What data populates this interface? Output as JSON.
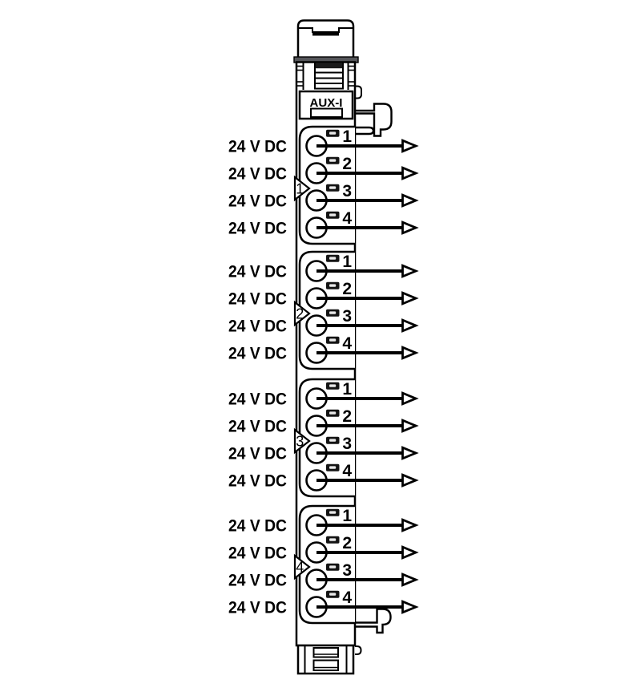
{
  "diagram": {
    "aux_connector_label": "AUX-I",
    "groups": [
      {
        "marker": "1",
        "terminals": [
          {
            "label": "24 V DC",
            "number": "1"
          },
          {
            "label": "24 V DC",
            "number": "2"
          },
          {
            "label": "24 V DC",
            "number": "3"
          },
          {
            "label": "24 V DC",
            "number": "4"
          }
        ]
      },
      {
        "marker": "2",
        "terminals": [
          {
            "label": "24 V DC",
            "number": "1"
          },
          {
            "label": "24 V DC",
            "number": "2"
          },
          {
            "label": "24 V DC",
            "number": "3"
          },
          {
            "label": "24 V DC",
            "number": "4"
          }
        ]
      },
      {
        "marker": "3",
        "terminals": [
          {
            "label": "24 V DC",
            "number": "1"
          },
          {
            "label": "24 V DC",
            "number": "2"
          },
          {
            "label": "24 V DC",
            "number": "3"
          },
          {
            "label": "24 V DC",
            "number": "4"
          }
        ]
      },
      {
        "marker": "4",
        "terminals": [
          {
            "label": "24 V DC",
            "number": "1"
          },
          {
            "label": "24 V DC",
            "number": "2"
          },
          {
            "label": "24 V DC",
            "number": "3"
          },
          {
            "label": "24 V DC",
            "number": "4"
          }
        ]
      }
    ],
    "colors": {
      "line": "#000000",
      "led": "#141414",
      "rail_bar": "#55565a",
      "background": "#ffffff"
    }
  }
}
